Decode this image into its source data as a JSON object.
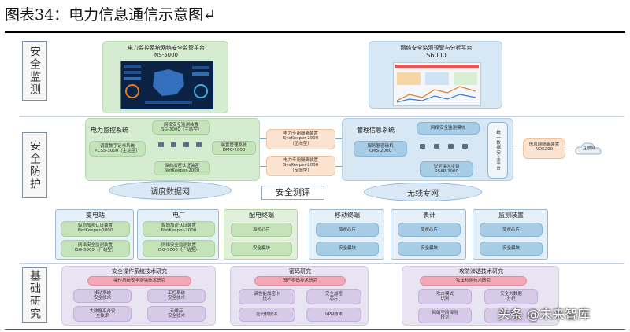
{
  "figure_title": "图表34：电力信息通信示意图↵",
  "rows": {
    "monitor": "安全监测",
    "protect": "安全防护",
    "research": "基础研究"
  },
  "monitor": {
    "left_title": "电力监控系统网络安全监管平台",
    "left_model": "NS-5000",
    "right_title": "网络安全监测预警与分析平台",
    "right_model": "S6000"
  },
  "power_monitor": {
    "title": "电力监控系统",
    "net_device": "网络安全监测装置",
    "net_device_model": "ISG-3000（主站型）",
    "dispatch": "调度数字证书系统",
    "dispatch_model": "PCS5-3000（主站型）",
    "device_mgmt": "装置管理系统",
    "device_mgmt_model": "DMC-2000",
    "auth": "纵向加密认证装置",
    "auth_model": "NetKeeper-2000"
  },
  "isolation": {
    "fwd_title": "电力专用隔离装置",
    "fwd_model": "SysKeeper-2000",
    "fwd_type": "（正向型）",
    "rev_title": "电力专用隔离装置",
    "rev_model": "SysKeeper-2000",
    "rev_type": "（反向型）"
  },
  "mgmt": {
    "title": "管理信息系统",
    "net_module": "网络安全监测模块",
    "crypto": "服务器密码机",
    "crypto_model": "CMS-2000",
    "access": "安全接入平台",
    "access_model": "SSAP-2000",
    "unified": "统一数据安全平台"
  },
  "gateway": {
    "label": "信息网隔离装置",
    "model": "NDS200",
    "internet": "互联网"
  },
  "networks": {
    "dispatch": "调度数据网",
    "assessment": "安全测评",
    "wireless": "无线专网"
  },
  "terminals": [
    {
      "title": "变电站",
      "items": [
        "纵向加密认证装置\nNetKeeper-2000",
        "网络安全监测装置\nISG-3000（厂站型）"
      ]
    },
    {
      "title": "电厂",
      "items": [
        "纵向加密认证装置\nNetKeeper-2000",
        "网络安全监测装置\nISG-3000（厂站型）"
      ]
    },
    {
      "title": "配电终端",
      "items": [
        "加密芯片",
        "安全模块"
      ]
    },
    {
      "title": "移动终端",
      "items": [
        "加密芯片",
        "安全模块"
      ]
    },
    {
      "title": "表计",
      "items": [
        "加密芯片",
        "安全模块"
      ]
    },
    {
      "title": "监测装置",
      "items": [
        "加密芯片",
        "安全模块"
      ]
    }
  ],
  "research": [
    {
      "title": "安全操作系统技术研究",
      "header": "操作系统安全增强技术研究",
      "items": [
        "移动系统\n安全技术",
        "工控系统\n安全技术",
        "大数据平台安\n全技术",
        "云缓存\n安全技术"
      ]
    },
    {
      "title": "密码研究",
      "header": "国产密码技术研究",
      "items": [
        "高性能加密卡\n技术",
        "安全加密\n芯片",
        "密码机技术",
        "VPN技术"
      ]
    },
    {
      "title": "攻防渗透技术研究",
      "header": "攻击检测技术研究",
      "items": [
        "攻击模式\n识别",
        "安全大数据\n分析",
        "网络空间探测\n技术",
        "工控..."
      ]
    }
  ],
  "watermark": "头条 @未来智库"
}
